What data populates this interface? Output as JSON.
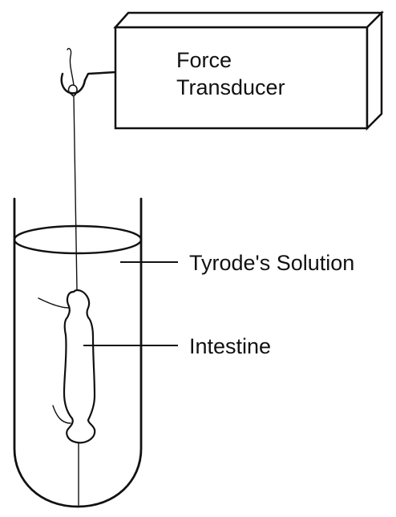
{
  "transducer": {
    "line1": "Force",
    "line2": "Transducer"
  },
  "labels": {
    "solution": "Tyrode's Solution",
    "intestine": "Intestine"
  },
  "colors": {
    "ink": "#111111",
    "background": "#ffffff"
  }
}
